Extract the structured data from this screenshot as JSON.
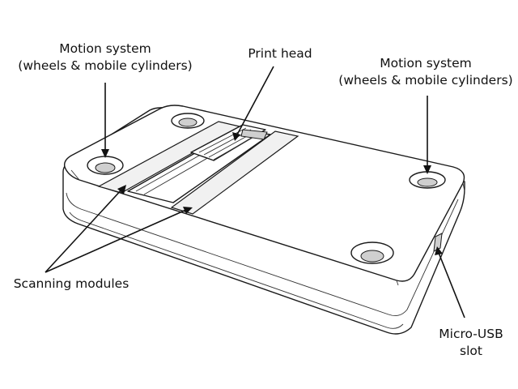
{
  "labels": {
    "motion_left_line1": "Motion system",
    "motion_left_line2": "(wheels & mobile cylinders)",
    "print_head": "Print head",
    "motion_right_line1": "Motion system",
    "motion_right_line2": "(wheels & mobile cylinders)",
    "scanning_modules": "Scanning modules",
    "micro_usb_line1": "Micro-USB",
    "micro_usb_line2": "slot"
  }
}
